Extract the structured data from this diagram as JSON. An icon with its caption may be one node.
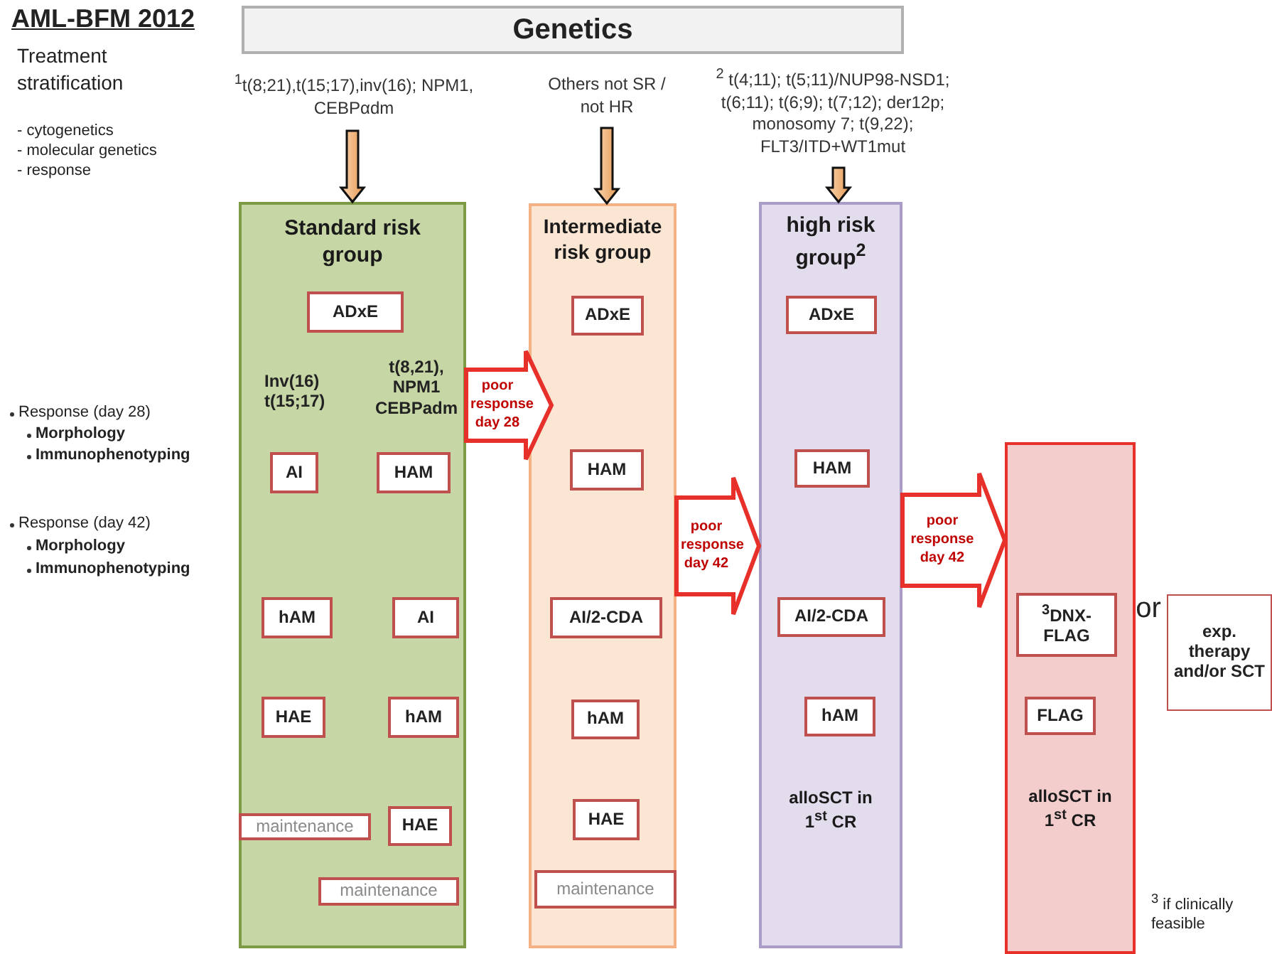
{
  "diagram": {
    "title": "AML-BFM 2012",
    "nodes": [
      {
        "text": [
          "Genetics"
        ]
      },
      {
        "text": [
          "Standard risk group"
        ]
      },
      {
        "text": [
          "ADxE"
        ],
        "in": 1
      },
      {
        "text": [
          "AI"
        ],
        "in": 1
      },
      {
        "text": [
          "HAM"
        ],
        "in": 1
      },
      {
        "text": [
          "hAM"
        ],
        "in": 1
      },
      {
        "text": [
          "AI"
        ],
        "in": 1
      },
      {
        "text": [
          "HAE"
        ],
        "in": 1
      },
      {
        "text": [
          "hAM"
        ],
        "in": 1
      },
      {
        "text": [
          "maintenance"
        ],
        "in": 1
      },
      {
        "text": [
          "HAE"
        ],
        "in": 1
      },
      {
        "text": [
          "maintenance"
        ],
        "in": 1
      },
      {
        "text": [
          "Intermediate risk group"
        ]
      },
      {
        "text": [
          "ADxE"
        ],
        "in": 12
      },
      {
        "text": [
          "HAM"
        ],
        "in": 12
      },
      {
        "text": [
          "AI/2-CDA"
        ],
        "in": 12
      },
      {
        "text": [
          "hAM"
        ],
        "in": 12
      },
      {
        "text": [
          "HAE"
        ],
        "in": 12
      },
      {
        "text": [
          "maintenance"
        ],
        "in": 12
      },
      {
        "text": [
          "high risk group$^{2}$",
          "alloSCT in 1$^{st}$ CR"
        ]
      },
      {
        "text": [
          "ADxE"
        ],
        "in": 19
      },
      {
        "text": [
          "HAM"
        ],
        "in": 19
      },
      {
        "text": [
          "AI/2-CDA"
        ],
        "in": 19
      },
      {
        "text": [
          "hAM"
        ],
        "in": 19
      },
      {
        "text": [
          "alloSCT in 1$^{st}$ CR"
        ]
      },
      {
        "text": [
          "$^{3}$DNX-FLAG"
        ],
        "in": 24
      },
      {
        "text": [
          "FLAG"
        ],
        "in": 24
      },
      {
        "text": [
          "exp. therapy and/or SCT"
        ]
      },
      {
        "text": [
          "$^{1}$t(8;21),t(15;17),inv(16); NPM1, CEBPαdm"
        ]
      },
      {
        "text": [
          "Others not SR / not HR"
        ]
      },
      {
        "text": [
          "$^{2}$ t(4;11); t(5;11)/NUP98-NSD1; t(6;11); t(6;9); t(7;12); der12p; monosomy 7; t(9,22); FLT3/ITD+WT1mut"
        ]
      }
    ],
    "edges": [
      {
        "from": 28,
        "to": 1,
        "arrow": "to"
      },
      {
        "from": 29,
        "to": 12,
        "arrow": "to"
      },
      {
        "from": 30,
        "to": 19,
        "arrow": "to"
      },
      {
        "from": 1,
        "to": 12,
        "arrow": "to",
        "label": "poor response day 28",
        "style": "thick",
        "color": "#e8302a"
      },
      {
        "from": 12,
        "to": 19,
        "arrow": "to",
        "label": "poor response day 42",
        "style": "thick",
        "color": "#e8302a"
      },
      {
        "from": 19,
        "to": 24,
        "arrow": "to",
        "label": "poor response day 42",
        "style": "thick",
        "color": "#e8302a"
      }
    ],
    "labels": [
      "Treatment stratification",
      "- cytogenetics",
      "- molecular genetics",
      "- response",
      "Response (day 28)",
      "Morphology",
      "Immunophenotyping",
      "Response (day 42)",
      "Morphology",
      "Immunophenotyping",
      "Inv(16) t(15;17)",
      "t(8,21), NPM1 CEBPadm",
      "or",
      "$^{3}$ if clinically feasible"
    ]
  }
}
